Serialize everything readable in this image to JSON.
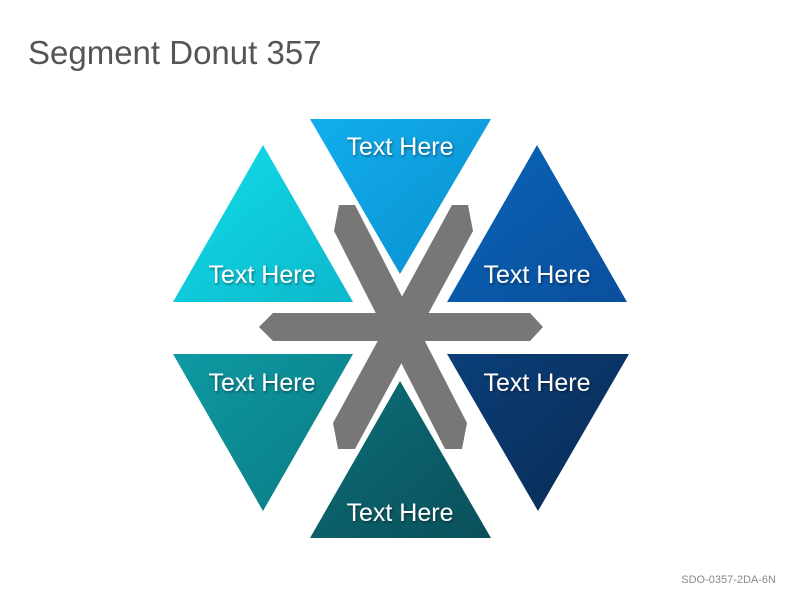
{
  "title": "Segment Donut 357",
  "code": "SDO-0357-2DA-6N",
  "segments": [
    {
      "label": "Text Here",
      "color_light": "#12aeec",
      "color_dark": "#0a8fce"
    },
    {
      "label": "Text Here",
      "color_light": "#0a64b8",
      "color_dark": "#0a4f9c"
    },
    {
      "label": "Text Here",
      "color_light": "#0a3f7a",
      "color_dark": "#0a2a52"
    },
    {
      "label": "Text Here",
      "color_light": "#0c6f78",
      "color_dark": "#0a4f5a"
    },
    {
      "label": "Text Here",
      "color_light": "#0e9aa3",
      "color_dark": "#0a7a83"
    },
    {
      "label": "Text Here",
      "color_light": "#12dce8",
      "color_dark": "#0bb8cc"
    }
  ],
  "hub_color": "#777777"
}
